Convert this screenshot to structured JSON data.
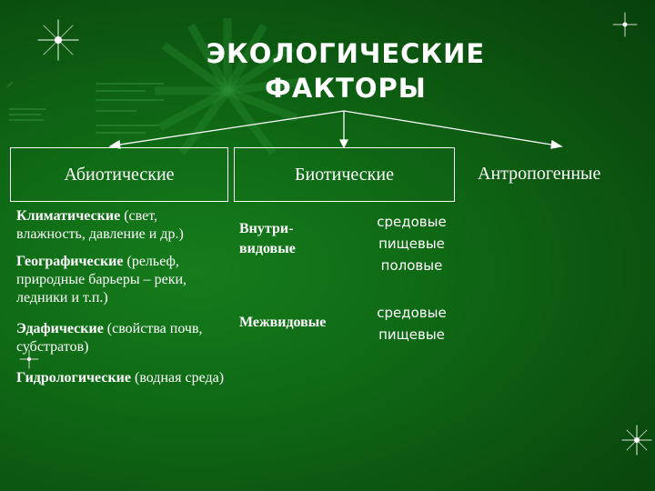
{
  "title": {
    "line1": "ЭКОЛОГИЧЕСКИЕ",
    "line2": "ФАКТОРЫ"
  },
  "categories": {
    "abiotic": "Абиотические",
    "biotic": "Биотические",
    "anthropogenic": "Антропогенные"
  },
  "abiotic_factors": [
    {
      "name": "Климатические",
      "detail": " (свет, влажность, давление и др.)"
    },
    {
      "name": "Географические",
      "detail": " (рельеф, природные барьеры – реки, ледники и т.п.)"
    },
    {
      "name": "Эдафические",
      "detail": " (свойства почв, субстратов)"
    },
    {
      "name": "Гидрологические",
      "detail": " (водная среда)"
    }
  ],
  "biotic_groups": [
    {
      "name": "Внутри-\nвидовые",
      "line1": "Внутри-",
      "line2": "видовые",
      "items": [
        "средовые",
        "пищевые",
        "половые"
      ]
    },
    {
      "name": "Межвидовые",
      "items": [
        "средовые",
        "пищевые"
      ]
    }
  ],
  "colors": {
    "background": "#0d5a12",
    "text": "#ffffff",
    "lines": "#ffffff"
  }
}
